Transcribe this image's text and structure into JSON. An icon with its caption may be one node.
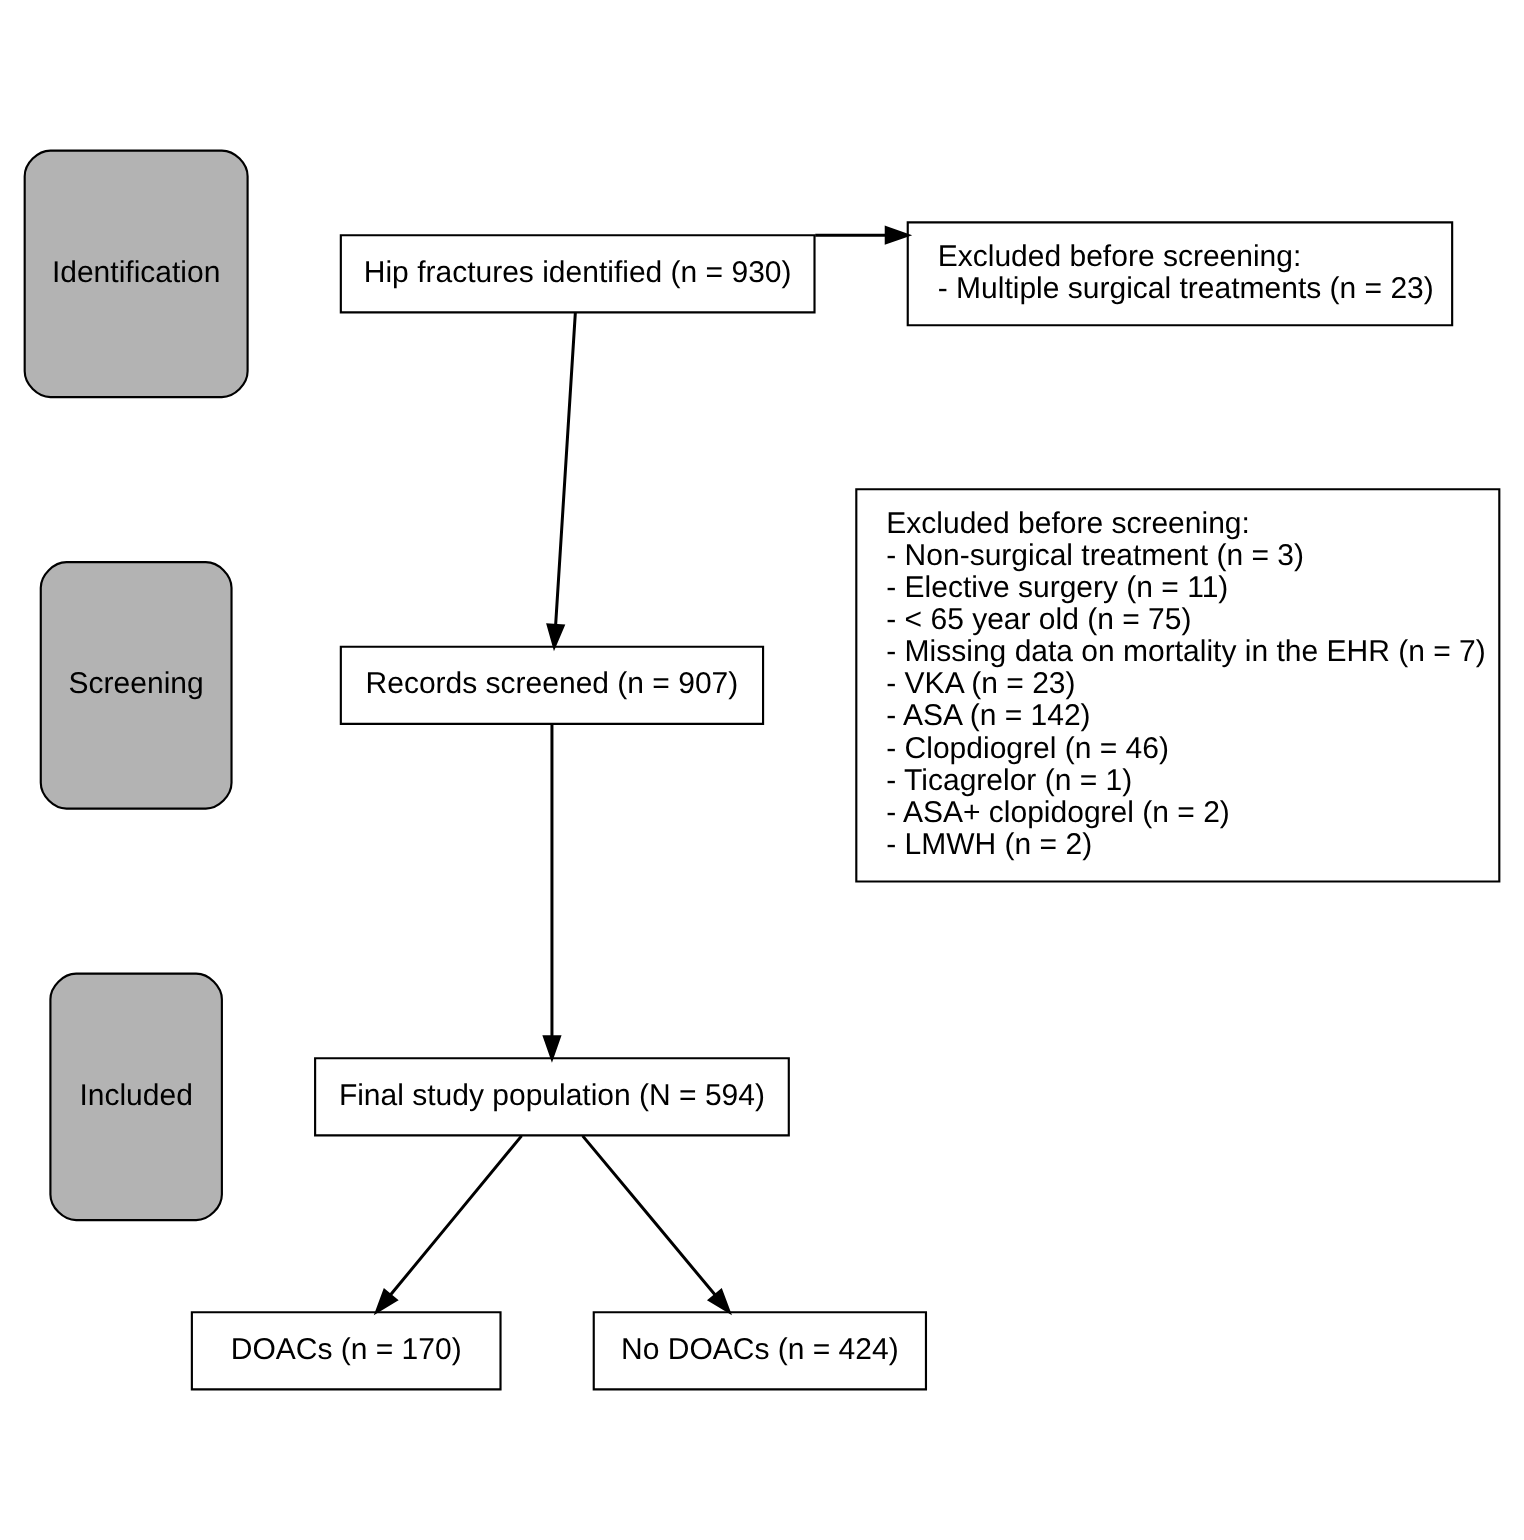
{
  "diagram": {
    "nodes": [
      {
        "text": [
          "Identification"
        ]
      },
      {
        "text": [
          "Hip fractures identified (n = 930)"
        ]
      },
      {
        "text": [
          "Excluded before screening:",
          "- Multiple surgical treatments (n = 23)"
        ]
      },
      {
        "text": [
          "Screening"
        ]
      },
      {
        "text": [
          "Records screened (n = 907)"
        ]
      },
      {
        "text": [
          "Excluded before screening:",
          "- Non-surgical treatment (n = 3)",
          "- Elective surgery (n = 11)",
          "- < 65 year old (n = 75)",
          "- Missing data on mortality in the EHR (n = 7)",
          "- VKA (n = 23)",
          "- ASA (n = 142)",
          "- Clopdiogrel (n = 46)",
          "- Ticagrelor (n = 1)",
          "- ASA+ clopidogrel (n = 2)",
          "- LMWH (n = 2)"
        ]
      },
      {
        "text": [
          "Included"
        ]
      },
      {
        "text": [
          "Final study population (N = 594)"
        ]
      },
      {
        "text": [
          "DOACs (n = 170)"
        ]
      },
      {
        "text": [
          "No DOACs (n = 424)"
        ]
      }
    ],
    "edges": [
      {
        "from": 1,
        "to": 2,
        "arrow": "to"
      },
      {
        "from": 1,
        "to": 4,
        "arrow": "to"
      },
      {
        "from": 4,
        "to": 7,
        "arrow": "to"
      },
      {
        "from": 7,
        "to": 8,
        "arrow": "to"
      },
      {
        "from": 7,
        "to": 9,
        "arrow": "to"
      }
    ]
  }
}
